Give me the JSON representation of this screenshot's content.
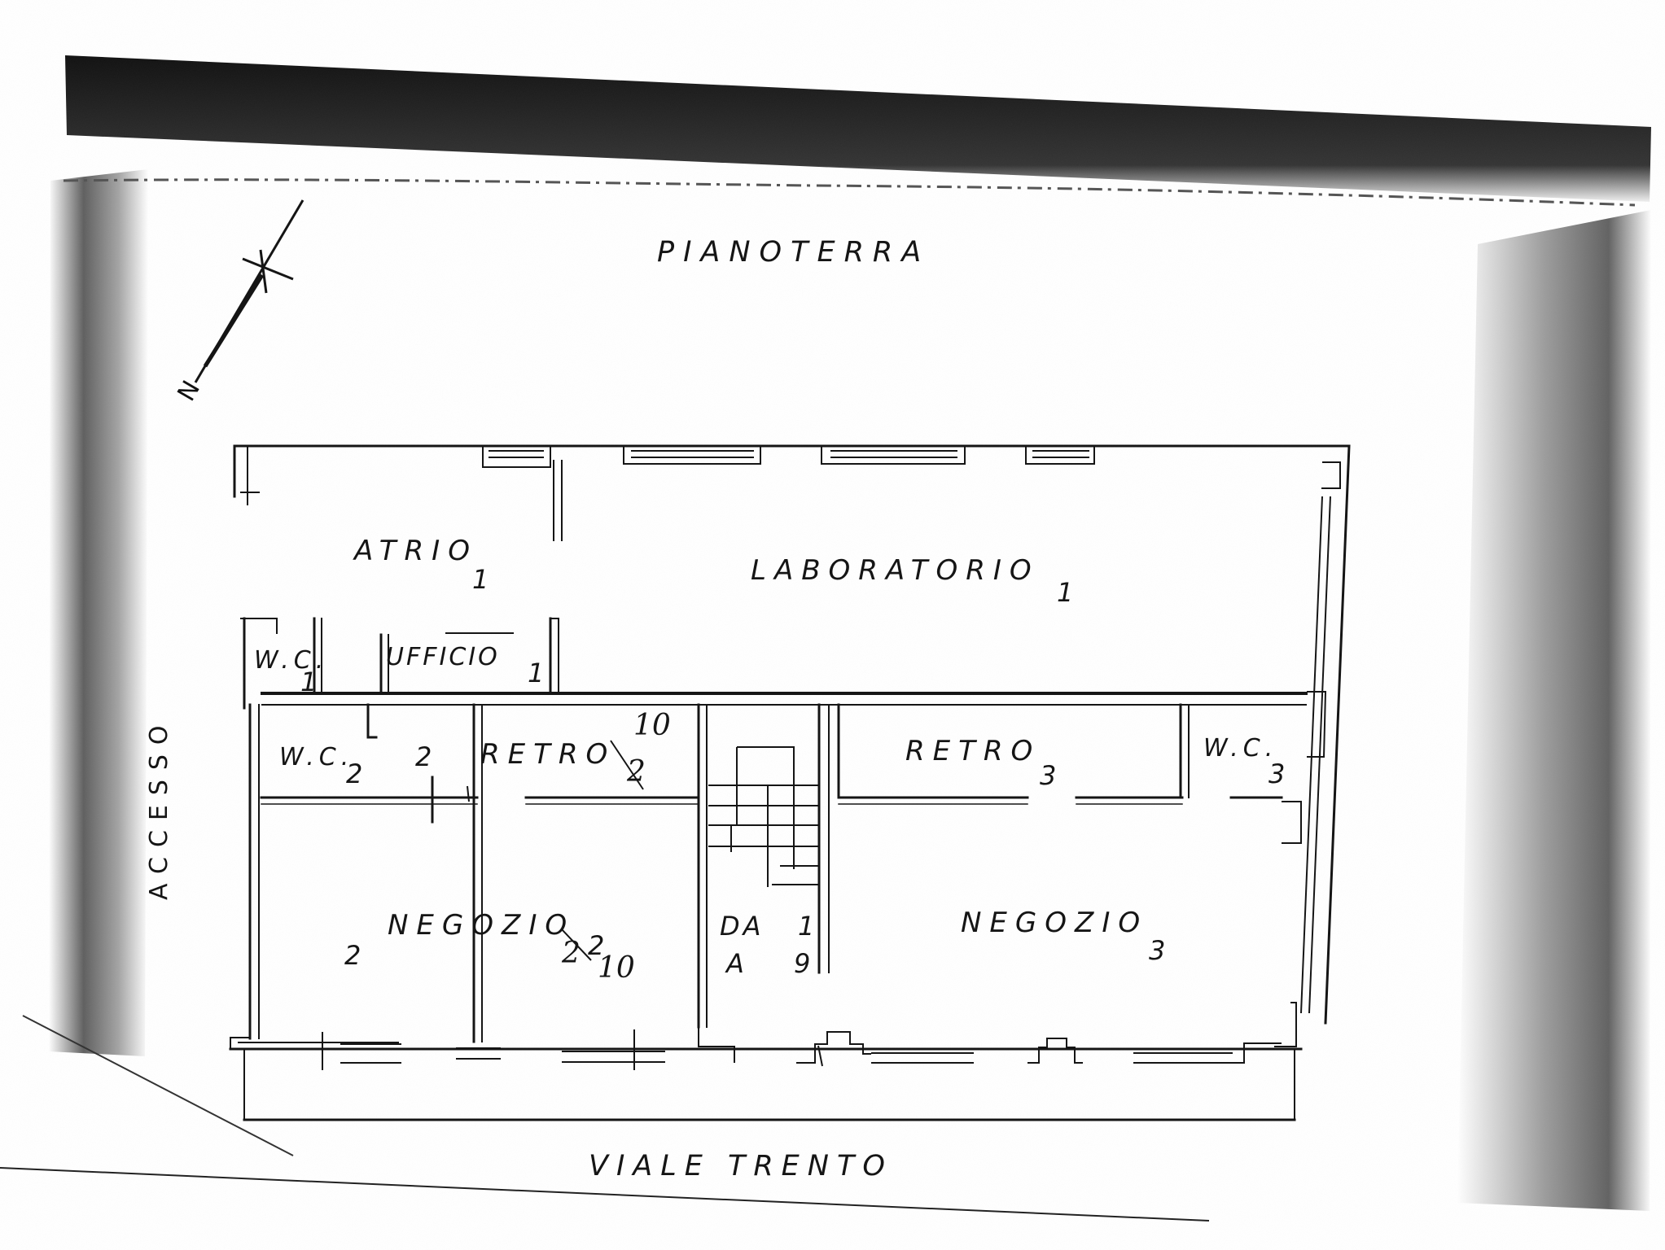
{
  "title": "PIANOTERRA",
  "street": "VIALE TRENTO",
  "side_access": "ACCESSO",
  "north_label": "N",
  "rooms": [
    {
      "name": "ATRIO",
      "number": "1"
    },
    {
      "name": "LABORATORIO",
      "number": "1"
    },
    {
      "name": "W.C.",
      "number": "1"
    },
    {
      "name": "UFFICIO",
      "number": "1"
    },
    {
      "name": "W.C.",
      "number": "2"
    },
    {
      "name": "RETRO",
      "number": "2"
    },
    {
      "name": "RETRO",
      "number": "3"
    },
    {
      "name": "W.C.",
      "number": "3"
    },
    {
      "name": "NEGOZIO",
      "number": "2"
    },
    {
      "name": "NEGOZIO",
      "number": "3"
    }
  ],
  "annotations": {
    "wc2_extra": "2",
    "retro2_fraction_top": "10",
    "negozio_left_number": "2",
    "negozio_fraction_top": "2",
    "negozio_fraction_bottom": "10",
    "stair_da": "DA",
    "stair_a": "A",
    "stair_from": "1",
    "stair_to": "9"
  },
  "colors": {
    "paper": "#ffffff",
    "ink": "#151515",
    "shadow": "#1a1a1a"
  }
}
